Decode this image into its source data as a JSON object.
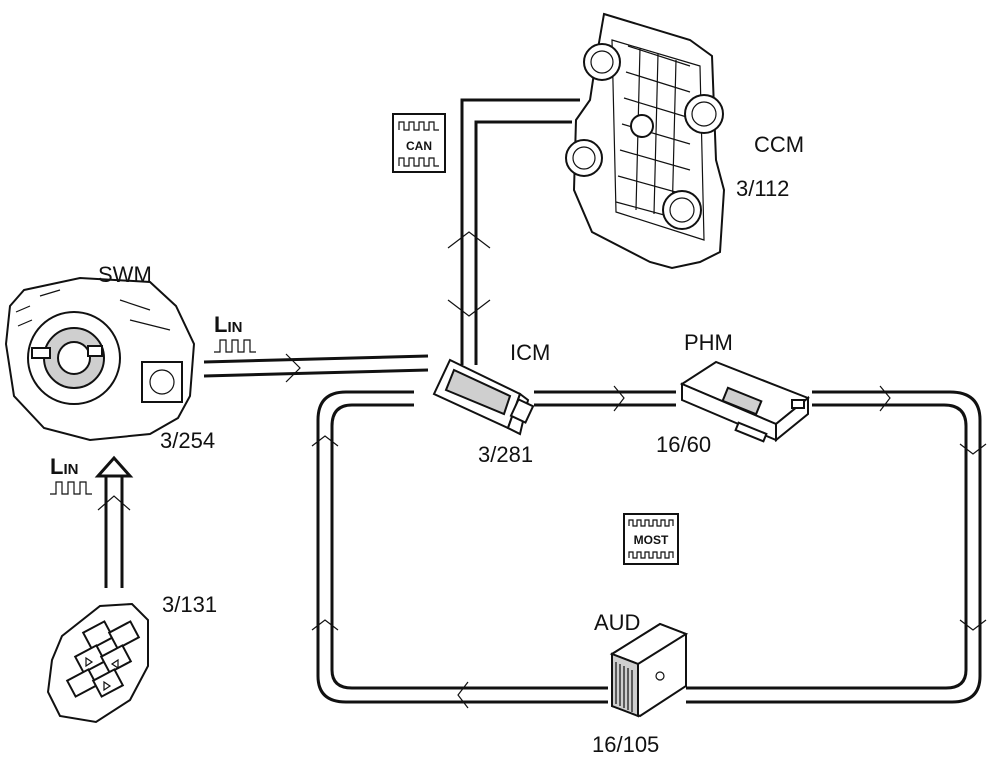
{
  "modules": {
    "ccm": {
      "name": "CCM",
      "id": "3/112"
    },
    "swm": {
      "name": "SWM",
      "id": "3/254"
    },
    "icm": {
      "name": "ICM",
      "id": "3/281"
    },
    "phm": {
      "name": "PHM",
      "id": "16/60"
    },
    "aud": {
      "name": "AUD",
      "id": "16/105"
    },
    "steering_buttons": {
      "id": "3/131"
    }
  },
  "buses": {
    "can": "CAN",
    "most": "MOST",
    "lin_top": {
      "main": "L",
      "sub": "IN"
    },
    "lin_left": {
      "main": "L",
      "sub": "IN"
    }
  }
}
